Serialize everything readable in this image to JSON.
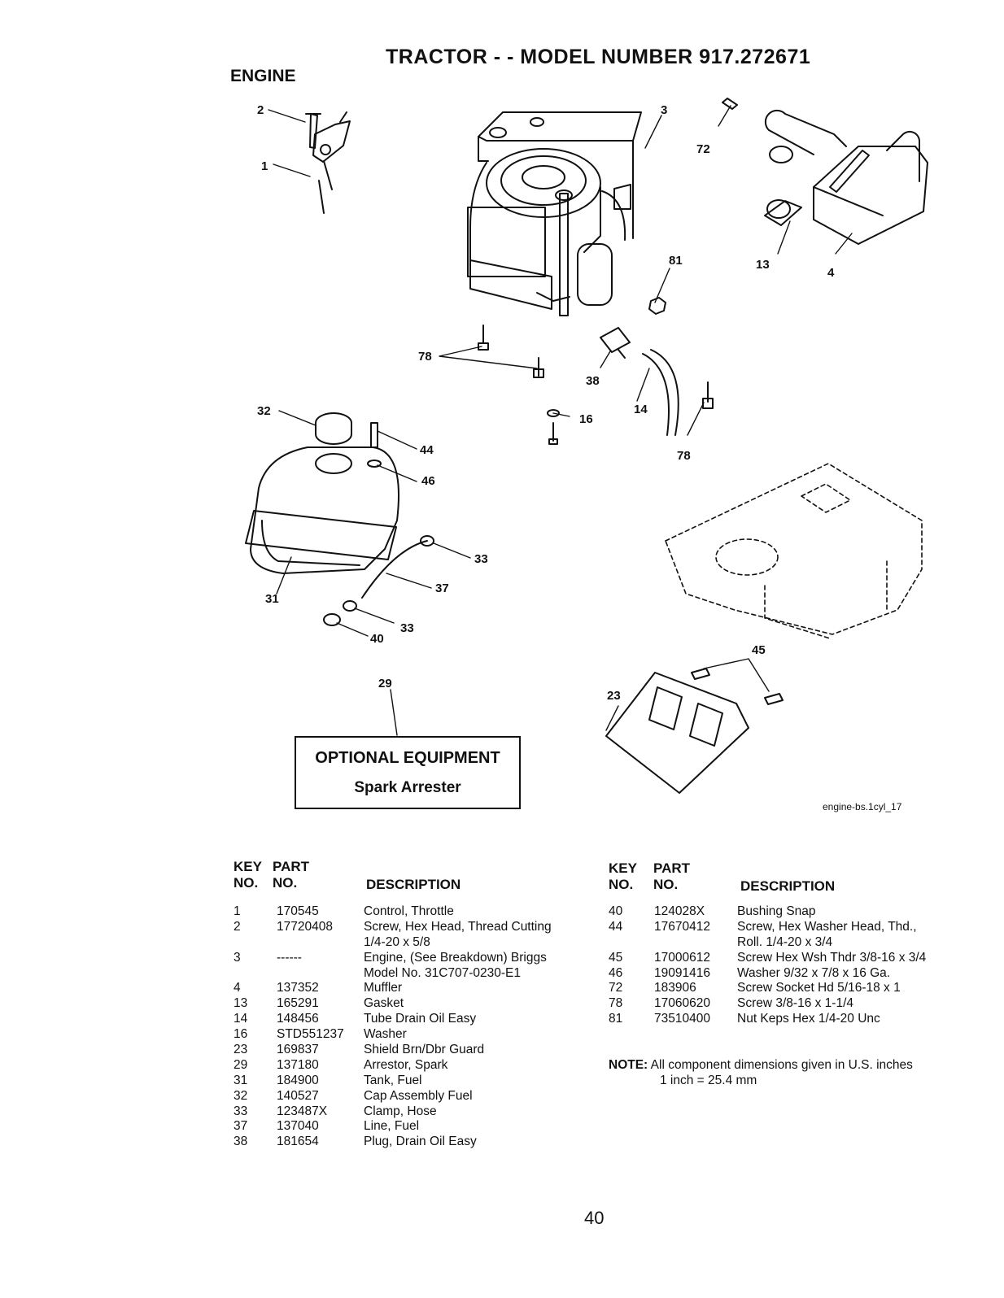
{
  "title": "TRACTOR - - MODEL NUMBER  917.272671",
  "section": "ENGINE",
  "figure_ref": "engine-bs.1cyl_17",
  "optional_box": {
    "title": "OPTIONAL EQUIPMENT",
    "item": "Spark Arrester"
  },
  "callouts": {
    "c1": "1",
    "c2": "2",
    "c3": "3",
    "c4": "4",
    "c13": "13",
    "c14": "14",
    "c16": "16",
    "c23": "23",
    "c29": "29",
    "c31": "31",
    "c32": "32",
    "c33a": "33",
    "c33b": "33",
    "c37": "37",
    "c38": "38",
    "c40": "40",
    "c44": "44",
    "c45": "45",
    "c46": "46",
    "c72": "72",
    "c78a": "78",
    "c78b": "78",
    "c81": "81"
  },
  "table_headers": {
    "key_l1": "KEY",
    "key_l2": "NO.",
    "part_l1": "PART",
    "part_l2": "NO.",
    "desc": "DESCRIPTION"
  },
  "parts_left": [
    {
      "key": "1",
      "part": "170545",
      "desc": "Control, Throttle"
    },
    {
      "key": "2",
      "part": "17720408",
      "desc": "Screw, Hex Head, Thread Cutting"
    },
    {
      "key": "",
      "part": "",
      "desc": "1/4-20 x 5/8"
    },
    {
      "key": "3",
      "part": "------",
      "desc": "Engine, (See Breakdown) Briggs"
    },
    {
      "key": "",
      "part": "",
      "desc": "Model No. 31C707-0230-E1"
    },
    {
      "key": "4",
      "part": "137352",
      "desc": "Muffler"
    },
    {
      "key": "13",
      "part": "165291",
      "desc": "Gasket"
    },
    {
      "key": "14",
      "part": "148456",
      "desc": "Tube Drain Oil Easy"
    },
    {
      "key": "16",
      "part": "STD551237",
      "desc": "Washer"
    },
    {
      "key": "23",
      "part": "169837",
      "desc": "Shield Brn/Dbr Guard"
    },
    {
      "key": "29",
      "part": "137180",
      "desc": "Arrestor, Spark"
    },
    {
      "key": "31",
      "part": "184900",
      "desc": "Tank, Fuel"
    },
    {
      "key": "32",
      "part": "140527",
      "desc": "Cap Assembly Fuel"
    },
    {
      "key": "33",
      "part": "123487X",
      "desc": "Clamp, Hose"
    },
    {
      "key": "37",
      "part": "137040",
      "desc": "Line, Fuel"
    },
    {
      "key": "38",
      "part": "181654",
      "desc": "Plug, Drain Oil Easy"
    }
  ],
  "parts_right": [
    {
      "key": "40",
      "part": "124028X",
      "desc": "Bushing Snap"
    },
    {
      "key": "44",
      "part": "17670412",
      "desc": "Screw, Hex Washer Head, Thd.,"
    },
    {
      "key": "",
      "part": "",
      "desc": "Roll. 1/4-20 x 3/4"
    },
    {
      "key": "45",
      "part": "17000612",
      "desc": "Screw Hex Wsh Thdr 3/8-16 x 3/4"
    },
    {
      "key": "46",
      "part": "19091416",
      "desc": "Washer  9/32 x 7/8 x 16 Ga."
    },
    {
      "key": "72",
      "part": "183906",
      "desc": "Screw Socket Hd 5/16-18 x 1"
    },
    {
      "key": "78",
      "part": "17060620",
      "desc": "Screw 3/8-16 x 1-1/4"
    },
    {
      "key": "81",
      "part": "73510400",
      "desc": "Nut Keps Hex 1/4-20 Unc"
    }
  ],
  "note": {
    "label": "NOTE:",
    "line1": "All component dimensions given in U.S. inches",
    "line2": "1 inch = 25.4 mm"
  },
  "page_number": "40"
}
